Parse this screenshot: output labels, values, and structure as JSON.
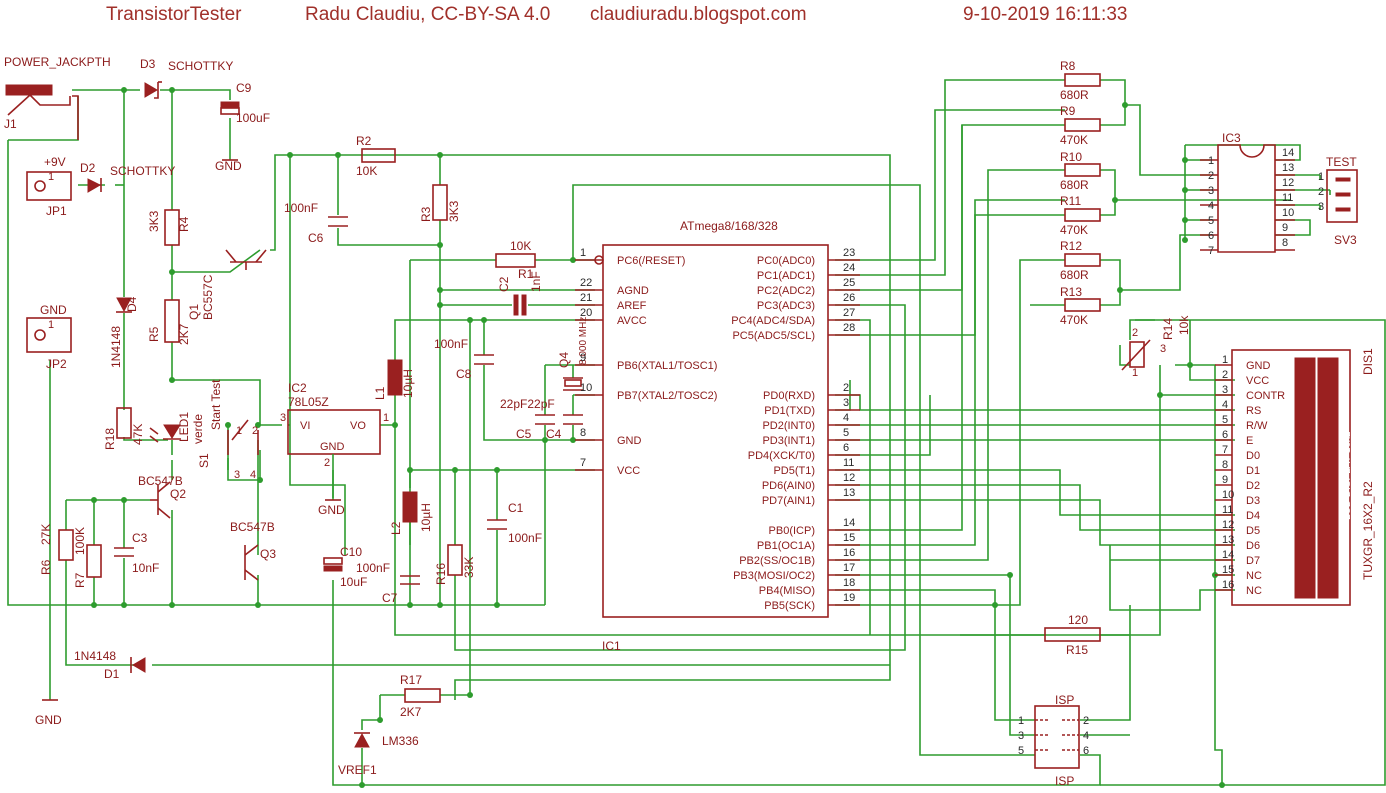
{
  "header": {
    "project": "TransistorTester",
    "author": "Radu Claudiu, CC-BY-SA 4.0",
    "site": "claudiuradu.blogspot.com",
    "timestamp": "9-10-2019 16:11:33"
  },
  "colors": {
    "symbol": "#9a2020",
    "wire": "#2e9c2e",
    "text": "#8b1a1a"
  },
  "labels": {
    "power_jack": "POWER_JACKPTH",
    "j1": "J1",
    "d3": "D3",
    "d3_type": "SCHOTTKY",
    "c9": "C9",
    "c9_val": "100uF",
    "gnd": "GND",
    "plus9v": "+9V",
    "jp1": "JP1",
    "jp1_pin": "1",
    "d2": "D2",
    "d2_type": "SCHOTTKY",
    "r4": "R4",
    "r4_val": "3K3",
    "q1": "Q1",
    "q1_type": "BC557C",
    "r5": "R5",
    "r5_val": "2K7",
    "d4": "D4",
    "d4_type": "1N4148",
    "jp2_gnd": "GND",
    "jp2": "JP2",
    "jp2_pin": "1",
    "start": "Start Test",
    "s1": "S1",
    "verde": "verde",
    "led1": "LED1",
    "r18": "R18",
    "r18_val": "47K",
    "q2_type": "BC547B",
    "q2": "Q2",
    "c3": "C3",
    "c3_val": "10nF",
    "r6": "R6",
    "r6_val": "27K",
    "r7": "R7",
    "r7_val": "100K",
    "q3_type": "BC547B",
    "q3": "Q3",
    "d1_type": "1N4148",
    "d1": "D1",
    "r2": "R2",
    "r2_val": "10K",
    "c6_val": "100nF",
    "c6": "C6",
    "r3": "R3",
    "r3_val": "3K3",
    "ic2": "IC2",
    "ic2_type": "78L05Z",
    "vi": "VI",
    "vo": "VO",
    "ic2_gnd": "GND",
    "c10": "C10",
    "c10_val": "10uF",
    "l1": "L1",
    "l1_val": "10µH",
    "l2": "L2",
    "l2_val": "10µH",
    "c7_val": "100nF",
    "c7": "C7",
    "r16": "R16",
    "r16_val": "33K",
    "c8_val": "100nF",
    "c8": "C8",
    "c1": "C1",
    "c1_val": "100nF",
    "r1_val": "10K",
    "r1": "R1",
    "c2": "C2",
    "c2_val": "1nF",
    "q4": "Q4",
    "q4_val": "8.000 MHz",
    "c5c4_val": "22pF22pF",
    "c5": "C5",
    "c4": "C4",
    "ic1": "IC1",
    "r17": "R17",
    "r17_val": "2K7",
    "lm336": "LM336",
    "vref1": "VREF1",
    "r15_val": "120",
    "r15": "R15",
    "r8": "R8",
    "r8_val": "680R",
    "r9": "R9",
    "r9_val": "470K",
    "r10": "R10",
    "r10_val": "680R",
    "r11": "R11",
    "r11_val": "470K",
    "r12": "R12",
    "r12_val": "680R",
    "r13": "R13",
    "r13_val": "470K",
    "ic3": "IC3",
    "test": "TEST",
    "sv3": "SV3",
    "r14": "R14",
    "r14_val": "10k",
    "isp": "ISP",
    "dis1": "DIS1",
    "lcd": "LCD DISPLAY 16x2",
    "lcd_type": "TUXGR_16X2_R2"
  },
  "mcu": {
    "name": "ATmega8/168/328",
    "left_pins": [
      {
        "num": "1",
        "name": "PC6(/RESET)"
      },
      {
        "num": "22",
        "name": "AGND"
      },
      {
        "num": "21",
        "name": "AREF"
      },
      {
        "num": "20",
        "name": "AVCC"
      },
      {
        "num": "9",
        "name": "PB6(XTAL1/TOSC1)"
      },
      {
        "num": "10",
        "name": "PB7(XTAL2/TOSC2)"
      },
      {
        "num": "8",
        "name": "GND"
      },
      {
        "num": "7",
        "name": "VCC"
      }
    ],
    "right_pins": [
      {
        "num": "23",
        "name": "PC0(ADC0)"
      },
      {
        "num": "24",
        "name": "PC1(ADC1)"
      },
      {
        "num": "25",
        "name": "PC2(ADC2)"
      },
      {
        "num": "26",
        "name": "PC3(ADC3)"
      },
      {
        "num": "27",
        "name": "PC4(ADC4/SDA)"
      },
      {
        "num": "28",
        "name": "PC5(ADC5/SCL)"
      },
      {
        "num": "2",
        "name": "PD0(RXD)"
      },
      {
        "num": "3",
        "name": "PD1(TXD)"
      },
      {
        "num": "4",
        "name": "PD2(INT0)"
      },
      {
        "num": "5",
        "name": "PD3(INT1)"
      },
      {
        "num": "6",
        "name": "PD4(XCK/T0)"
      },
      {
        "num": "11",
        "name": "PD5(T1)"
      },
      {
        "num": "12",
        "name": "PD6(AIN0)"
      },
      {
        "num": "13",
        "name": "PD7(AIN1)"
      },
      {
        "num": "14",
        "name": "PB0(ICP)"
      },
      {
        "num": "15",
        "name": "PB1(OC1A)"
      },
      {
        "num": "16",
        "name": "PB2(SS/OC1B)"
      },
      {
        "num": "17",
        "name": "PB3(MOSI/OC2)"
      },
      {
        "num": "18",
        "name": "PB4(MISO)"
      },
      {
        "num": "19",
        "name": "PB5(SCK)"
      }
    ]
  },
  "ic3_pins": {
    "left": [
      "1",
      "2",
      "3",
      "4",
      "5",
      "6",
      "7"
    ],
    "right": [
      "14",
      "13",
      "12",
      "11",
      "10",
      "9",
      "8"
    ]
  },
  "sv3_pins": [
    "1",
    "2",
    "3"
  ],
  "isp_pins": {
    "left": [
      "1",
      "3",
      "5"
    ],
    "right": [
      "2",
      "4",
      "6"
    ]
  },
  "lcd_pins": [
    {
      "num": "1",
      "name": "GND"
    },
    {
      "num": "2",
      "name": "VCC"
    },
    {
      "num": "3",
      "name": "CONTR"
    },
    {
      "num": "4",
      "name": "RS"
    },
    {
      "num": "5",
      "name": "R/W"
    },
    {
      "num": "6",
      "name": "E"
    },
    {
      "num": "7",
      "name": "D0"
    },
    {
      "num": "8",
      "name": "D1"
    },
    {
      "num": "9",
      "name": "D2"
    },
    {
      "num": "10",
      "name": "D3"
    },
    {
      "num": "11",
      "name": "D4"
    },
    {
      "num": "12",
      "name": "D5"
    },
    {
      "num": "13",
      "name": "D6"
    },
    {
      "num": "14",
      "name": "D7"
    },
    {
      "num": "15",
      "name": "NC"
    },
    {
      "num": "16",
      "name": "NC"
    }
  ],
  "small_pins": {
    "ic2_3": "3",
    "ic2_1": "1",
    "ic2_2": "2",
    "s1_1": "1",
    "s1_2": "2",
    "s1_3": "3",
    "s1_4": "4",
    "r14_1": "1",
    "r14_2": "2",
    "r14_3": "3",
    "l1": "10µH"
  }
}
